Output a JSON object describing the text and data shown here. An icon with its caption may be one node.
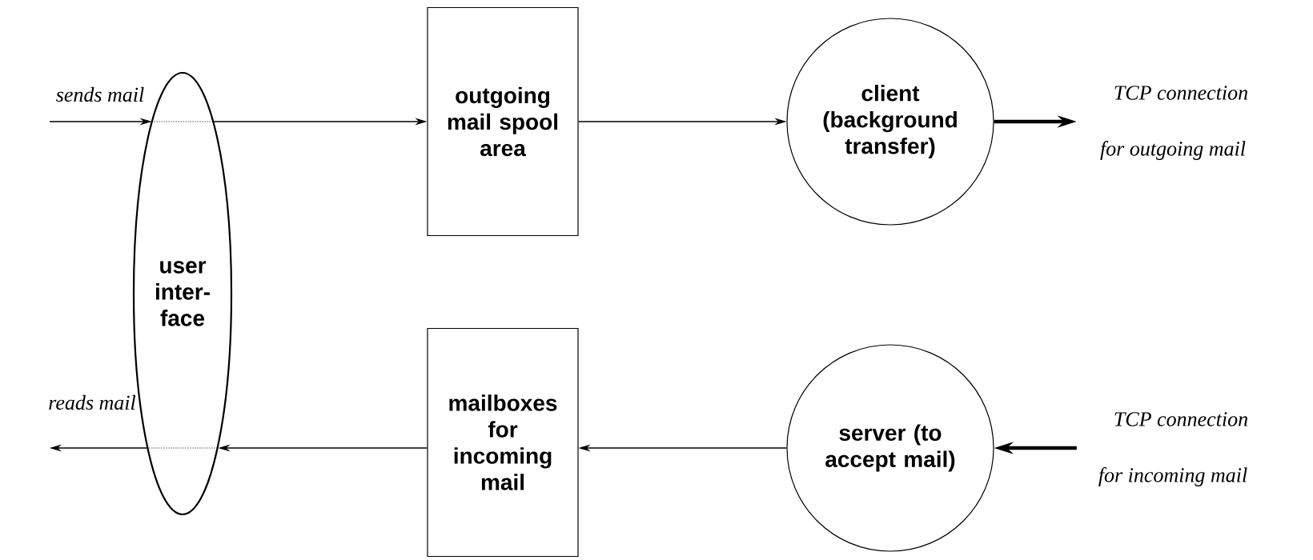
{
  "diagram": {
    "nodes": [
      {
        "text": [
          "user inter- face"
        ]
      },
      {
        "text": [
          "outgoing mail spool area"
        ]
      },
      {
        "text": [
          "client (background transfer)"
        ]
      },
      {
        "text": [
          "mailboxes for incoming mail"
        ]
      },
      {
        "text": [
          "server (to accept mail)"
        ]
      },
      {
        "text": [
          "TCP connection",
          "for outgoing mail"
        ]
      },
      {
        "text": [
          "TCP connection",
          "for incoming mail"
        ]
      }
    ],
    "edges": [
      {
        "from": null,
        "to": 0,
        "arrow": "to",
        "label": "sends mail"
      },
      {
        "from": 0,
        "to": 1,
        "arrow": "to"
      },
      {
        "from": 1,
        "to": 2,
        "arrow": "to"
      },
      {
        "from": 2,
        "to": 5,
        "arrow": "to",
        "style": "thick"
      },
      {
        "from": 6,
        "to": 4,
        "arrow": "to",
        "style": "thick"
      },
      {
        "from": 4,
        "to": 3,
        "arrow": "to"
      },
      {
        "from": 3,
        "to": 0,
        "arrow": "to"
      },
      {
        "from": 0,
        "to": null,
        "arrow": "to",
        "label": "reads mail"
      }
    ]
  }
}
